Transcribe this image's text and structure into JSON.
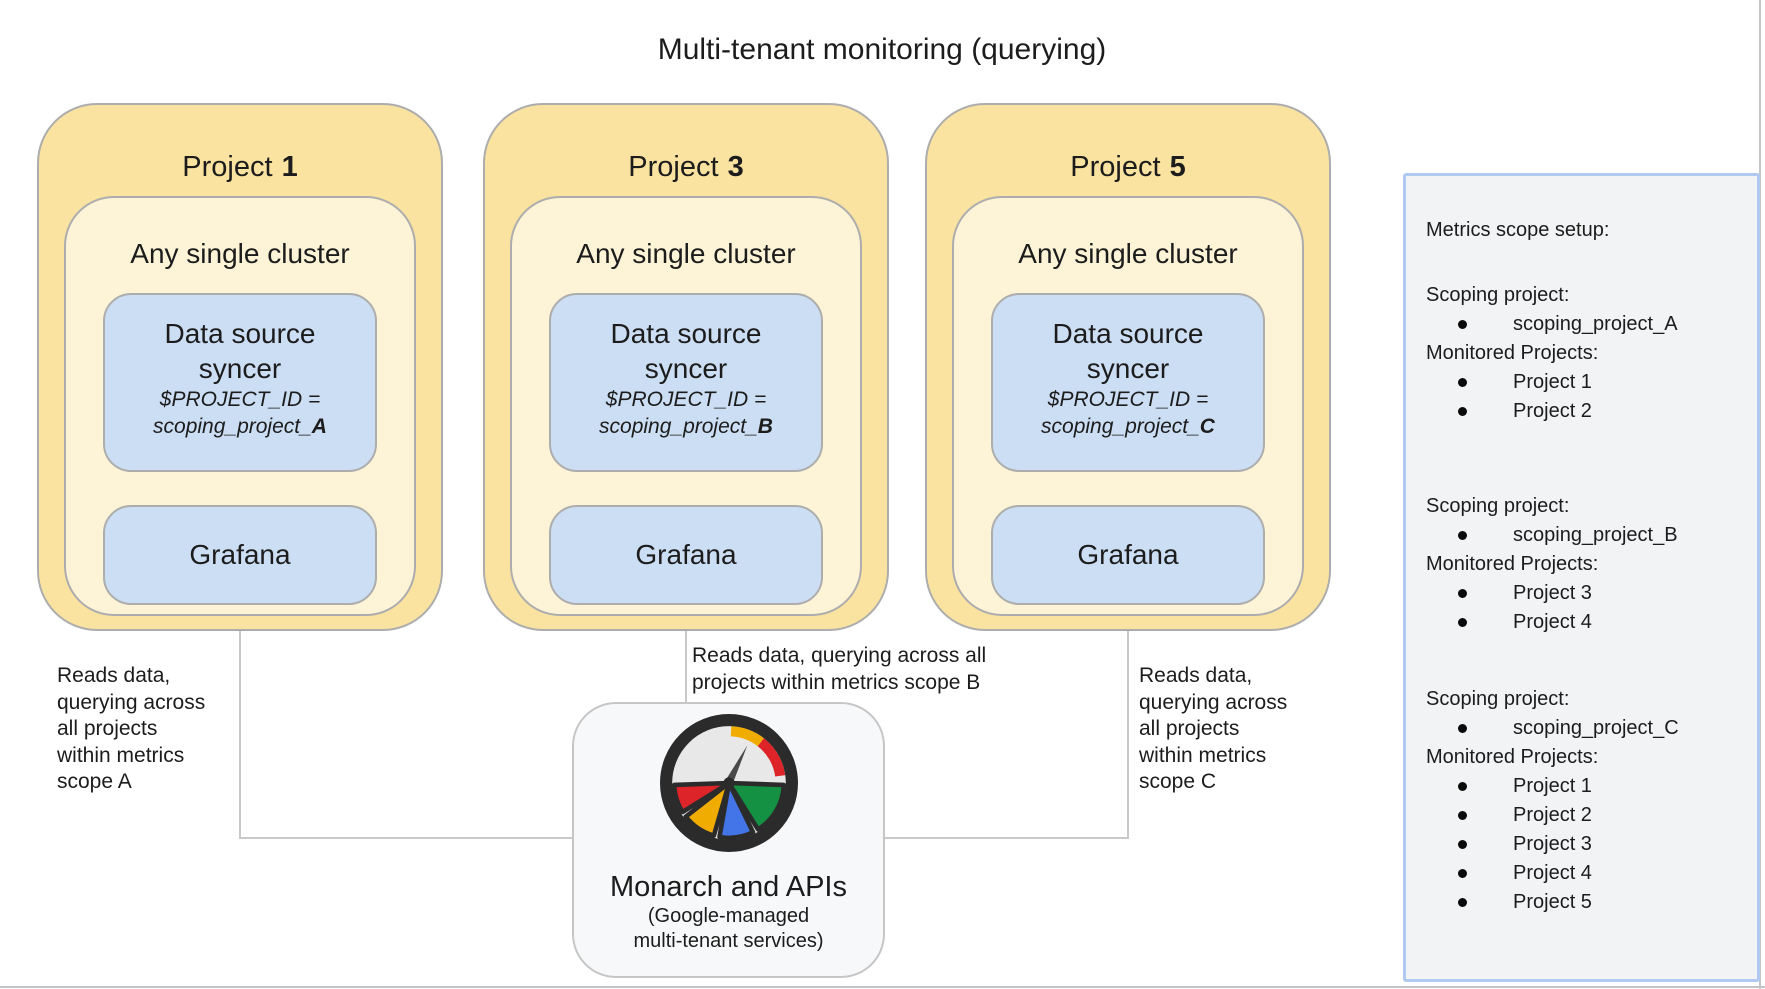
{
  "title": "Multi-tenant monitoring (querying)",
  "colors": {
    "text": "#1c1c1c",
    "project_box_fill": "#fae3a0",
    "cluster_box_fill": "#fdf3d6",
    "service_box_fill": "#cbdef3",
    "box_border": "#adadad",
    "connector_line": "#c9c9c9",
    "monarch_box_fill": "#f7f8f9",
    "monarch_box_border": "#c6c6c6",
    "panel_fill": "#f1f3f4",
    "panel_border": "#afc9f0",
    "gauge_dark": "#2b2b2b",
    "gauge_face": "#e8e8e8",
    "gauge_red": "#dd2428",
    "gauge_yellow": "#f0ac00",
    "gauge_blue": "#4374e8",
    "gauge_green": "#159144",
    "gauge_needle": "#4a4a4a"
  },
  "projects": [
    {
      "name": "Project",
      "number": "1",
      "cluster": "Any single cluster",
      "syncer_line1": "Data source",
      "syncer_line2": "syncer",
      "syncer_var": "$PROJECT_ID =",
      "syncer_val": "scoping_project_",
      "syncer_val_bold": "A",
      "grafana": "Grafana"
    },
    {
      "name": "Project",
      "number": "3",
      "cluster": "Any single cluster",
      "syncer_line1": "Data source",
      "syncer_line2": "syncer",
      "syncer_var": "$PROJECT_ID =",
      "syncer_val": "scoping_project_",
      "syncer_val_bold": "B",
      "grafana": "Grafana"
    },
    {
      "name": "Project",
      "number": "5",
      "cluster": "Any single cluster",
      "syncer_line1": "Data source",
      "syncer_line2": "syncer",
      "syncer_var": "$PROJECT_ID =",
      "syncer_val": "scoping_project_",
      "syncer_val_bold": "C",
      "grafana": "Grafana"
    }
  ],
  "annotations": {
    "left": [
      "Reads data,",
      "querying across",
      "all projects",
      "within metrics",
      "scope A"
    ],
    "middle": [
      "Reads data, querying across all",
      "projects within metrics scope B"
    ],
    "right": [
      "Reads data,",
      "querying across",
      "all projects",
      "within metrics",
      "scope C"
    ]
  },
  "monarch": {
    "icon": "cloud-monitoring-gauge-icon",
    "title": "Monarch and APIs",
    "sub1": "(Google-managed",
    "sub2": "multi-tenant services)"
  },
  "panel": {
    "heading": "Metrics scope setup:",
    "sections": [
      {
        "scoping_label": "Scoping project:",
        "scoping_project": "scoping_project_A",
        "monitored_label": "Monitored Projects:",
        "monitored": [
          "Project 1",
          "Project 2"
        ]
      },
      {
        "scoping_label": "Scoping project:",
        "scoping_project": "scoping_project_B",
        "monitored_label": "Monitored Projects:",
        "monitored": [
          "Project 3",
          "Project 4"
        ]
      },
      {
        "scoping_label": "Scoping project:",
        "scoping_project": "scoping_project_C",
        "monitored_label": "Monitored Projects:",
        "monitored": [
          "Project 1",
          "Project 2",
          "Project 3",
          "Project 4",
          "Project 5"
        ]
      }
    ]
  }
}
